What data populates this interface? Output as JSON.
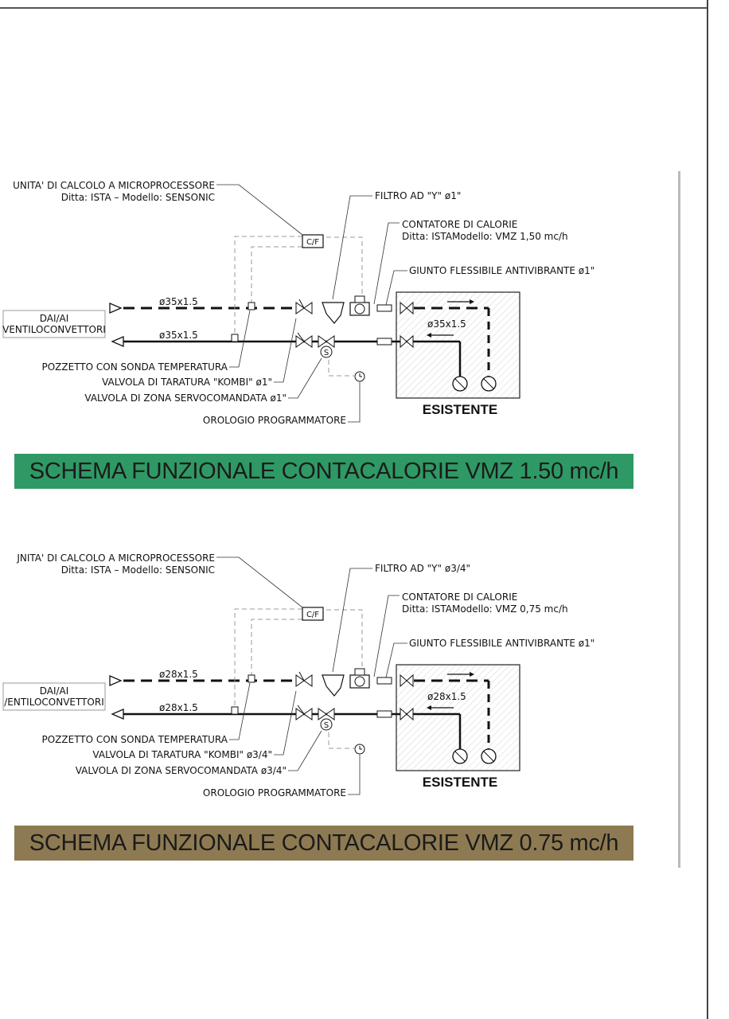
{
  "colors": {
    "banner1": "#2f9966",
    "banner2": "#8e7a52"
  },
  "schemes": [
    {
      "unit_line1": "UNITA' DI CALCOLO A MICROPROCESSORE",
      "unit_line2": "Ditta: ISTA  –  Modello: SENSONIC",
      "filter": "FILTRO AD \"Y\" ø1\"",
      "meter_line1": "CONTATORE DI CALORIE",
      "meter_line2": "Ditta: ISTAModello: VMZ 1,50 mc/h",
      "joint": "GIUNTO FLESSIBILE ANTIVIBRANTE ø1\"",
      "supply_pipe": "ø35x1.5",
      "return_pipe": "ø35x1.5",
      "box_pipe": "ø35x1.5",
      "side_line1": "DAI/AI",
      "side_line2": "VENTILOCONVETTORI",
      "well": "POZZETTO CON SONDA TEMPERATURA",
      "balancing_valve": "VALVOLA DI TARATURA \"KOMBI\" ø1\"",
      "zone_valve": "VALVOLA DI ZONA SERVOCOMANDATA ø1\"",
      "timer": "OROLOGIO PROGRAMMATORE",
      "cf": "C/F",
      "existing": "ESISTENTE",
      "title": "SCHEMA FUNZIONALE CONTACALORIE VMZ 1.50 mc/h"
    },
    {
      "unit_line1": "JNITA' DI CALCOLO A MICROPROCESSORE",
      "unit_line2": "Ditta: ISTA  –  Modello: SENSONIC",
      "filter": "FILTRO AD \"Y\" ø3/4\"",
      "meter_line1": "CONTATORE DI CALORIE",
      "meter_line2": "Ditta: ISTAModello: VMZ 0,75 mc/h",
      "joint": "GIUNTO FLESSIBILE ANTIVIBRANTE ø1\"",
      "supply_pipe": "ø28x1.5",
      "return_pipe": "ø28x1.5",
      "box_pipe": "ø28x1.5",
      "side_line1": "DAI/AI",
      "side_line2": "/ENTILOCONVETTORI",
      "well": "POZZETTO CON SONDA TEMPERATURA",
      "balancing_valve": "VALVOLA DI TARATURA \"KOMBI\" ø3/4\"",
      "zone_valve": "VALVOLA DI ZONA SERVOCOMANDATA ø3/4\"",
      "timer": "OROLOGIO PROGRAMMATORE",
      "cf": "C/F",
      "existing": "ESISTENTE",
      "title": "SCHEMA FUNZIONALE CONTACALORIE VMZ 0.75 mc/h"
    }
  ]
}
